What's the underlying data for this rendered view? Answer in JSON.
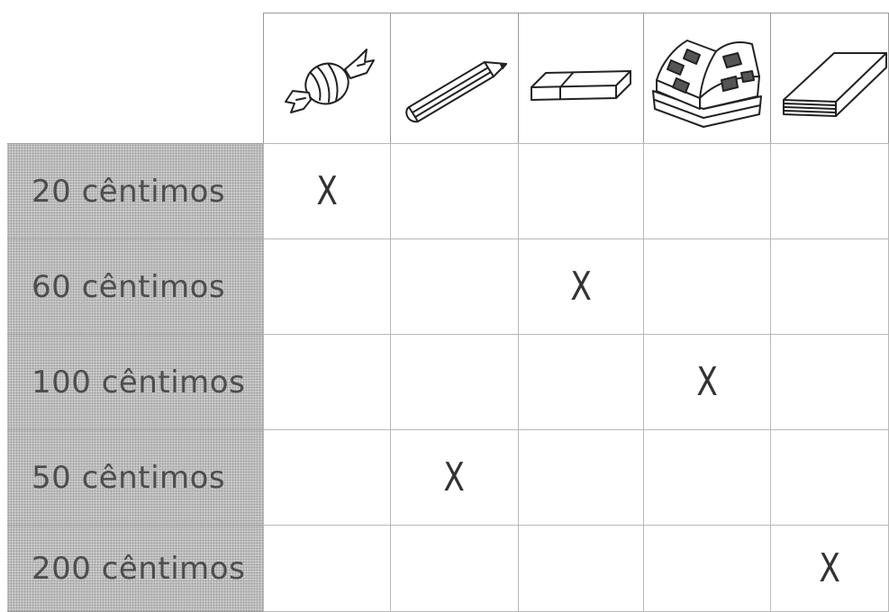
{
  "columns": [
    {
      "id": "candy",
      "icon": "candy-icon"
    },
    {
      "id": "pencil",
      "icon": "pencil-icon"
    },
    {
      "id": "eraser",
      "icon": "eraser-icon"
    },
    {
      "id": "magazine",
      "icon": "magazine-icon"
    },
    {
      "id": "book",
      "icon": "book-icon"
    }
  ],
  "rows": [
    {
      "label": "20 cêntimos",
      "marked_column": 0
    },
    {
      "label": "60 cêntimos",
      "marked_column": 2
    },
    {
      "label": "100 cêntimos",
      "marked_column": 3
    },
    {
      "label": "50 cêntimos",
      "marked_column": 1
    },
    {
      "label": "200 cêntimos",
      "marked_column": 4
    }
  ],
  "mark_symbol": "X",
  "colors": {
    "label_background": "#c9c9c9",
    "text": "#4d4d4d",
    "grid_line": "#b8b8b8"
  }
}
